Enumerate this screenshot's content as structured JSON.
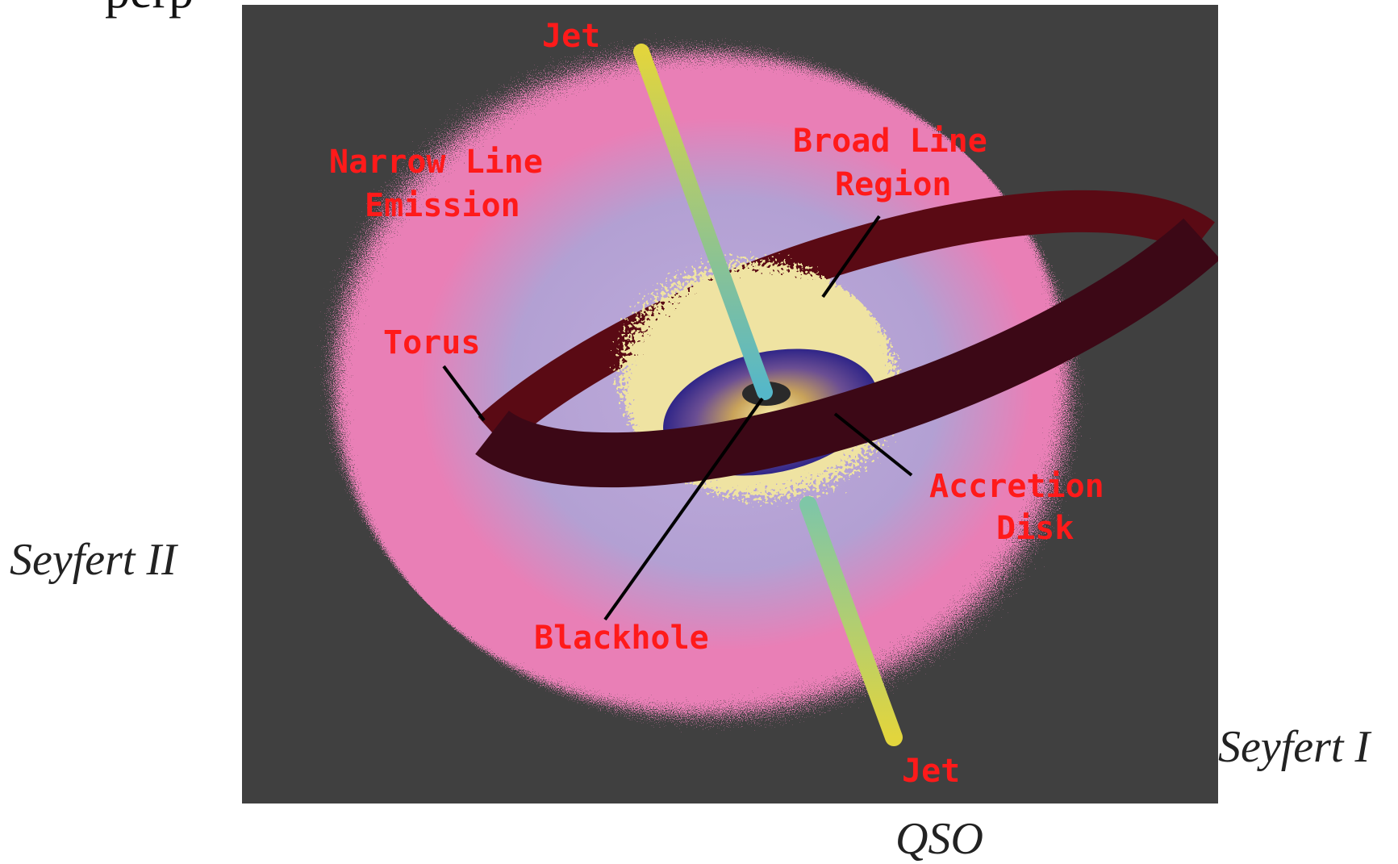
{
  "top_text_fragment": "perp",
  "diagram": {
    "labels": {
      "jet_top": "Jet",
      "jet_bottom": "Jet",
      "narrow_line_1": "Narrow Line",
      "narrow_line_2": "Emission",
      "broad_line_1": "Broad Line",
      "broad_line_2": "Region",
      "torus": "Torus",
      "accretion_1": "Accretion",
      "accretion_2": "Disk",
      "blackhole": "Blackhole"
    },
    "colors": {
      "background": "#404040",
      "narrow_line_region": "#e97fb6",
      "inner_haze": "#a9a6d8",
      "broad_line_region": "#efe3a2",
      "accretion_disk": "#3a2a8c",
      "torus": "#3c0816",
      "jet": "#d9d24a",
      "label": "#ff1a1a"
    }
  },
  "view_labels": {
    "seyfert_2": "Seyfert II",
    "seyfert_1": "Seyfert I",
    "qso": "QSO"
  }
}
